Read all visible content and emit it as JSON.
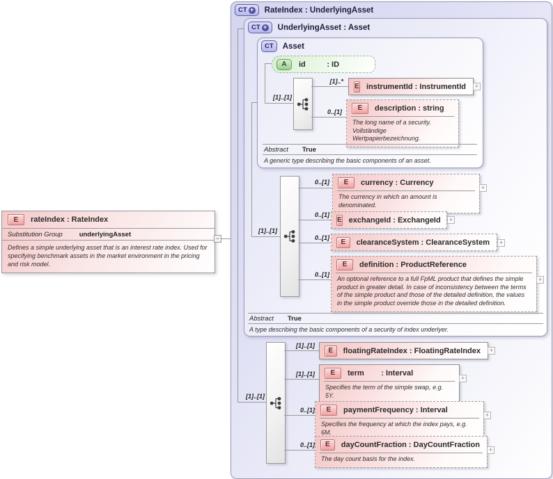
{
  "icons": {
    "expand_plus": "+",
    "collapse_minus": "−"
  },
  "root_element": {
    "badge": "E",
    "label": "rateIndex : RateIndex",
    "substitution_group_label": "Substitution Group",
    "substitution_group_value": "underlyingAsset",
    "doc": "Defines a simple underlying asset that is an interest rate index. Used for specifying benchmark assets in the market environment in the pricing and risk model."
  },
  "rate_index_type": {
    "badge": "CT",
    "label": "RateIndex : UnderlyingAsset",
    "card": "[1]..[1]"
  },
  "underlying_asset_type": {
    "badge": "CT",
    "label": "UnderlyingAsset : Asset",
    "card": "[1]..[1]",
    "abstract_label": "Abstract",
    "abstract_value": "True",
    "doc": "A type describing the basic components of a security of index underlyer."
  },
  "asset_type": {
    "badge": "CT",
    "label": "Asset",
    "card": "[1]..[1]",
    "abstract_label": "Abstract",
    "abstract_value": "True",
    "doc": "A generic type describing the basic components of an asset."
  },
  "attribute_id": {
    "badge": "A",
    "label": "id          : ID"
  },
  "asset_elements": [
    {
      "badge": "E",
      "card": "[1]..*",
      "label": "instrumentId : InstrumentId"
    },
    {
      "badge": "E",
      "card": "0..[1]",
      "label": "description : string",
      "doc": "The long name of a security.\nVollständige Wertpapierbezeichnung."
    }
  ],
  "underlying_asset_elements": [
    {
      "badge": "E",
      "card": "0..[1]",
      "label": "currency : Currency",
      "doc": "The currency in which an amount is denominated."
    },
    {
      "badge": "E",
      "card": "0..[1]",
      "label": "exchangeId : ExchangeId"
    },
    {
      "badge": "E",
      "card": "0..[1]",
      "label": "clearanceSystem : ClearanceSystem"
    },
    {
      "badge": "E",
      "card": "0..[1]",
      "label": "definition : ProductReference",
      "doc": "An optional reference to a full FpML product that defines the simple product in greater detail. In case of inconsistency between the terms of the simple product and those of the detailed definition, the values in the simple product override those in the detailed definition."
    }
  ],
  "rate_index_elements": [
    {
      "badge": "E",
      "card": "[1]..[1]",
      "label": "floatingRateIndex : FloatingRateIndex"
    },
    {
      "badge": "E",
      "card": "[1]..[1]",
      "label": "term        : Interval",
      "doc": "Specifies the term of the simple swap, e.g. 5Y."
    },
    {
      "badge": "E",
      "card": "0..[1]",
      "label": "paymentFrequency : Interval",
      "doc": "Specifies the frequency at which the index pays, e.g. 6M."
    },
    {
      "badge": "E",
      "card": "0..[1]",
      "label": "dayCountFraction : DayCountFraction",
      "doc": "The day count basis for the index."
    }
  ],
  "colors": {
    "container_fill": "#d4d5f0",
    "container_border": "#9b9bb5",
    "element_fill": "#f5c6c6",
    "element_border": "#8f8f8f",
    "attribute_fill": "#d7efd2",
    "ct_badge_border": "#5c5ea9",
    "ct_badge_text": "#1c1c70",
    "e_badge_border": "#b97878",
    "connector": "#9a9a9a"
  }
}
